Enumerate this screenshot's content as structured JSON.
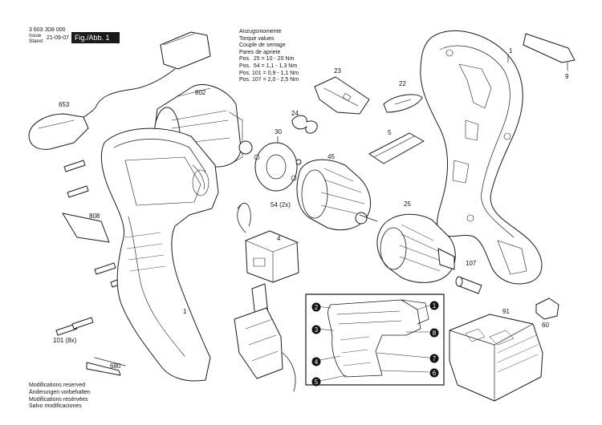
{
  "header": {
    "part_number": "3 603 JD8 000",
    "issue_label": "Issue",
    "stand_label": "Stand",
    "date": "21-09-07",
    "figure_label": "Fig./Abb. 1"
  },
  "torque": {
    "title_lines": [
      "Anzugsmomente",
      "Torque values",
      "Couple de serrage",
      "Pares de apriete"
    ],
    "rows": [
      {
        "pos": "Pos.  25",
        "value": "= 10 - 20 Nm"
      },
      {
        "pos": "Pos.  54",
        "value": "= 1,1 - 1,3 Nm"
      },
      {
        "pos": "Pos. 101",
        "value": "= 0,9 - 1,1 Nm"
      },
      {
        "pos": "Pos. 107",
        "value": "= 2,0 - 2,5 Nm"
      }
    ]
  },
  "part_labels": {
    "p1_housing_right": "1",
    "p9": "9",
    "p653": "653",
    "p802": "802",
    "p23": "23",
    "p22": "22",
    "p24": "24",
    "p30": "30",
    "p5": "5",
    "p45": "45",
    "p54": "54 (2x)",
    "p808": "808",
    "p4": "4",
    "p25": "25",
    "p107": "107",
    "p1_housing_left": "1",
    "p101": "101 (8x)",
    "p680": "680",
    "p91": "91",
    "p60": "60"
  },
  "inset_callouts": [
    "1",
    "2",
    "3",
    "4",
    "5",
    "6",
    "7",
    "8"
  ],
  "footer": {
    "lines": [
      "Modifications reserved",
      "Änderungen vorbehalten",
      "Modifications resérvées",
      "Salvo modificaciones"
    ]
  }
}
